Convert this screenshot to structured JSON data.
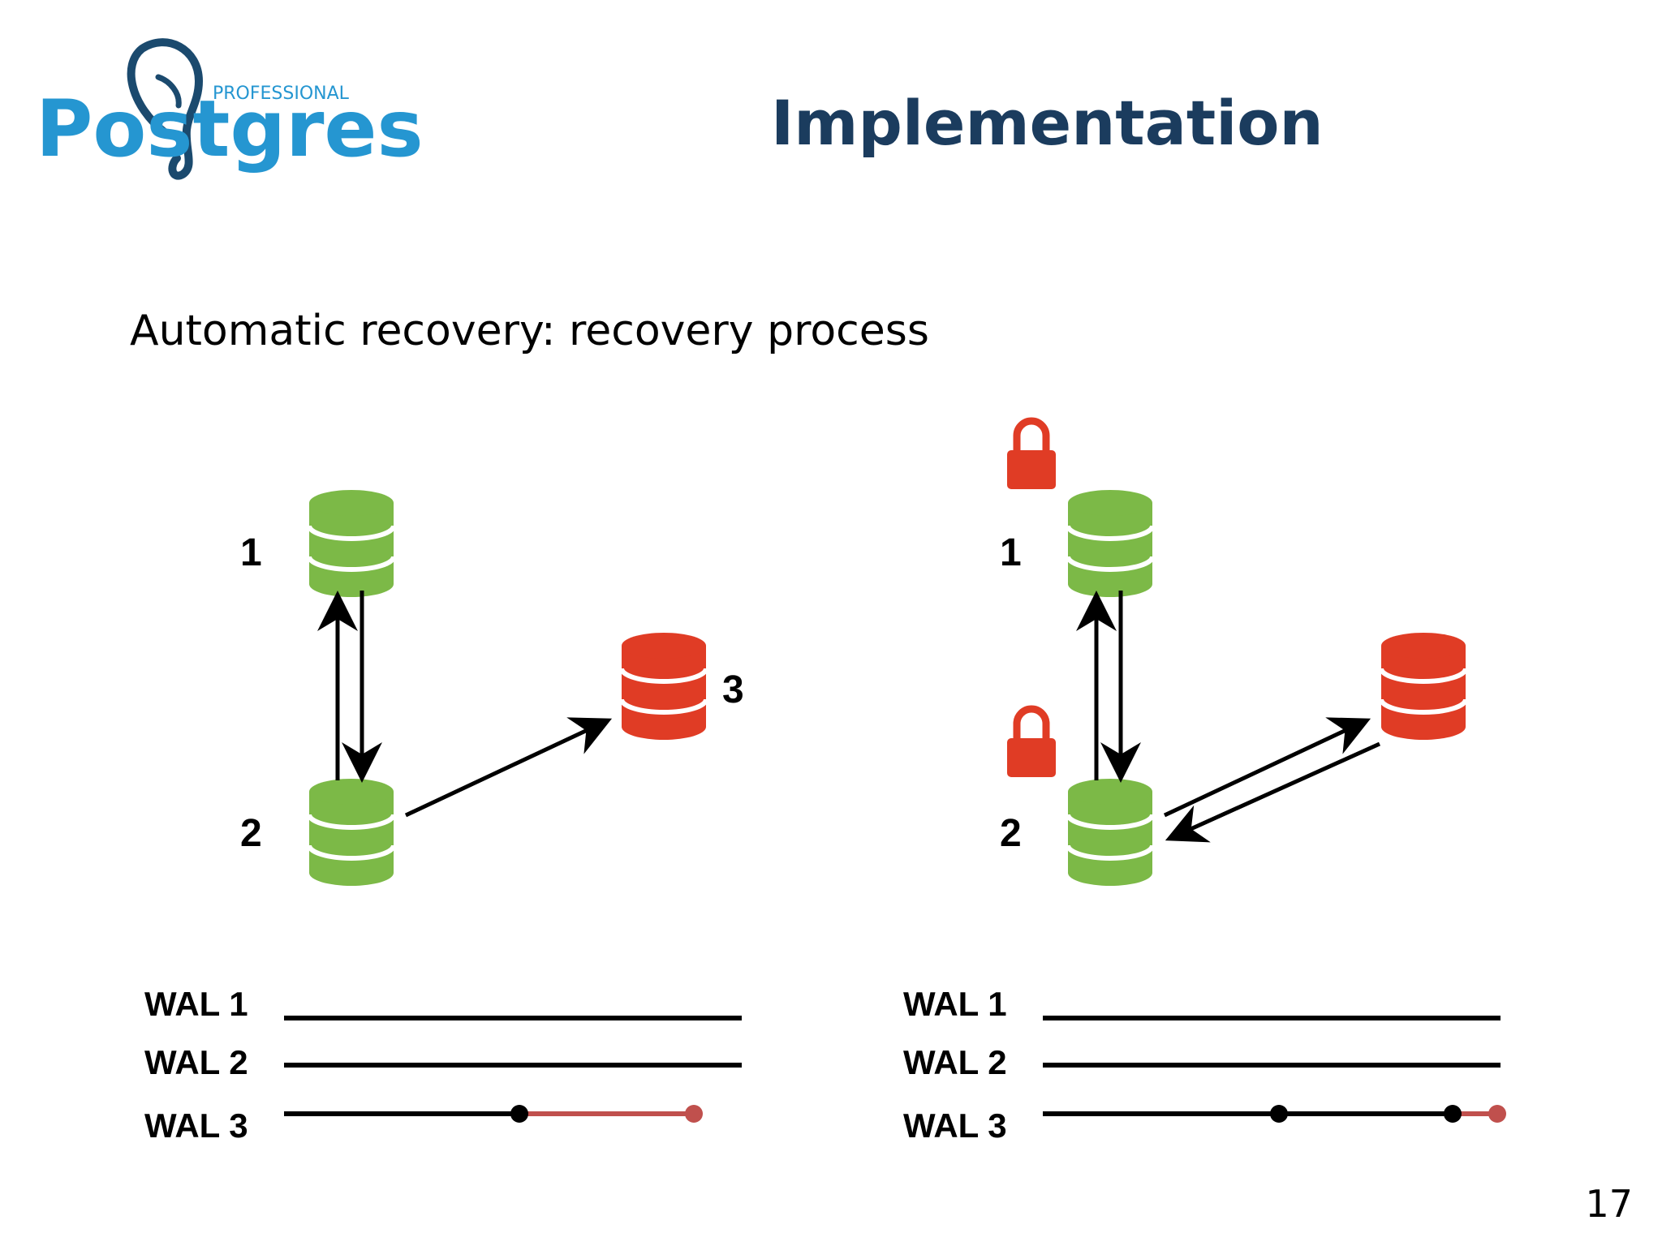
{
  "logo": {
    "wordmark": "Postgres",
    "tagline": "PROFESSIONAL",
    "brand_color": "#2596d1",
    "icon": "elephant-icon"
  },
  "title": "Implementation",
  "subtitle": "Automatic recovery: recovery process",
  "colors": {
    "title": "#1b3c5e",
    "healthy_node": "#7cb947",
    "failed_node": "#e03c25",
    "lock": "#e03c25",
    "wal_line": "#000000",
    "wal_tail": "#c0504d"
  },
  "left_panel": {
    "nodes": [
      {
        "label": "1",
        "status": "healthy"
      },
      {
        "label": "2",
        "status": "healthy"
      },
      {
        "label": "3",
        "status": "failed"
      }
    ],
    "wal": [
      "WAL 1",
      "WAL 2",
      "WAL 3"
    ]
  },
  "right_panel": {
    "nodes": [
      {
        "label": "1",
        "status": "healthy",
        "locked": true
      },
      {
        "label": "2",
        "status": "healthy",
        "locked": true
      },
      {
        "label": "",
        "status": "failed"
      }
    ],
    "wal": [
      "WAL 1",
      "WAL 2",
      "WAL 3"
    ]
  },
  "page_number": "17"
}
